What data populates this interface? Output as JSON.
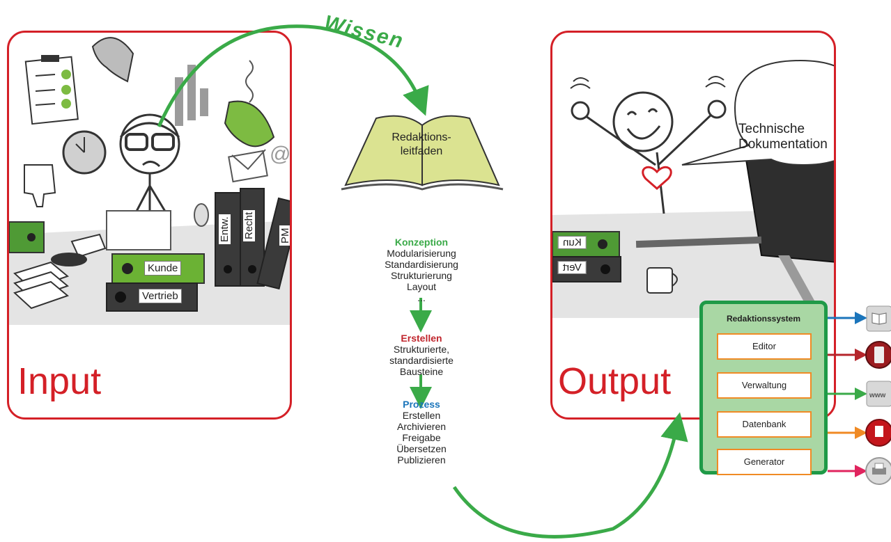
{
  "arc_label": "Wissen",
  "input": {
    "label": "Input",
    "binders": {
      "kunde": "Kunde",
      "vertrieb": "Vertrieb",
      "entw": "Entw.",
      "recht": "Recht",
      "pm": "PM"
    }
  },
  "output": {
    "label": "Output",
    "speech": [
      "Technische",
      "Dokumentation"
    ],
    "binders": {
      "kun": "Kun",
      "vert": "Vert"
    }
  },
  "book": {
    "lines": [
      "Redaktions-",
      "leitfaden"
    ]
  },
  "konzeption": {
    "title": "Konzeption",
    "items": [
      "Modularisierung",
      "Standardisierung",
      "Strukturierung",
      "Layout",
      "..."
    ]
  },
  "erstellen": {
    "title": "Erstellen",
    "items": [
      "Strukturierte,",
      "standardisierte",
      "Bausteine"
    ]
  },
  "prozess": {
    "title": "Prozess",
    "items": [
      "Erstellen",
      "Archivieren",
      "Freigabe",
      "Übersetzen",
      "Publizieren"
    ]
  },
  "redaktionssystem": {
    "title": "Redaktionssystem",
    "modules": [
      "Editor",
      "Verwaltung",
      "Datenbank",
      "Generator"
    ]
  },
  "output_channels": [
    {
      "icon": "book-icon",
      "arrow_color": "#1b75bb"
    },
    {
      "icon": "mobile-icon",
      "arrow_color": "#b5252b"
    },
    {
      "icon": "www-icon",
      "arrow_color": "#3aaa48"
    },
    {
      "icon": "pdf-icon",
      "arrow_color": "#f08a24"
    },
    {
      "icon": "printer-icon",
      "arrow_color": "#e0245e"
    }
  ],
  "colors": {
    "red": "#d42027",
    "green": "#3aaa48",
    "blue": "#1b75bb",
    "orange": "#f08a24"
  }
}
